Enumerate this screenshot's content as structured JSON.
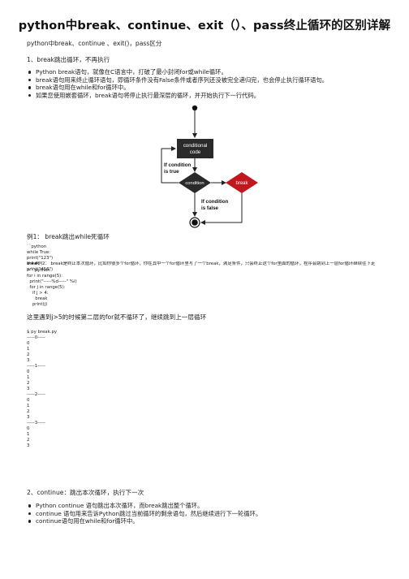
{
  "title": "python中break、continue、exit（）、pass终止循环的区别详解",
  "subtitle": "python中break、continue 、exit()，pass区分",
  "section1": {
    "heading": "1、break跳出循环，不再执行",
    "bullets": [
      "Python break语句，就像在C语言中，打破了最小封闭for或while循环。",
      "break语句用来终止循环语句，即循环条件没有False条件或者序列还没被完全递归完，也会停止执行循环语句。",
      "break语句用在while和for循环中。",
      "如果您使用嵌套循环，break语句将停止执行最深层的循环，并开始执行下一行代码。"
    ]
  },
  "flowchart": {
    "conditional_code": [
      "conditional",
      "code"
    ],
    "if_true": [
      "If condition",
      "is true"
    ],
    "condition": "condition",
    "break": "break",
    "if_false": [
      "If condition",
      "is false"
    ],
    "colors": {
      "dark_box": "#2a2a2a",
      "break_red": "#c0181e"
    }
  },
  "example1": {
    "heading": "例1：  break跳出while死循环",
    "code": [
      "``python",
      "while True:",
      "print(\"123\")",
      "break",
      "print(\"456\")"
    ]
  },
  "example2": {
    "line": "###例2：  break是终止本次循环，比如你很多个for循环，你在其中一个for循环里写了一个break，满足条件，只会终止这个for里面的循环，程序会跳到上一层for循环继续往下走",
    "code": [
      ">``python",
      "for i in range(5):",
      "  print(\"-----%d-----\" %i)",
      "  for j in range(5):",
      "    if j > 4:",
      "      break",
      "    print(j)"
    ]
  },
  "example2_note": "这里遇到j>5的时候第二层的for就不循环了，继续跳到上一层循环",
  "output": {
    "prompt": "$ py break.py",
    "lines": [
      "-----0-----",
      "0",
      "1",
      "2",
      "3",
      "-----1-----",
      "0",
      "1",
      "2",
      "3",
      "-----2-----",
      "0",
      "1",
      "2",
      "3",
      "-----3-----",
      "0",
      "1",
      "2",
      "3"
    ]
  },
  "section2": {
    "heading": "2、continue：跳出本次循环，执行下一次",
    "bullets": [
      "Python continue 语句跳出本次循环，而break跳出整个循环。",
      "continue 语句用来告诉Python跳过当前循环的剩余语句，然后继续进行下一轮循环。",
      "continue语句用在while和for循环中。"
    ]
  }
}
